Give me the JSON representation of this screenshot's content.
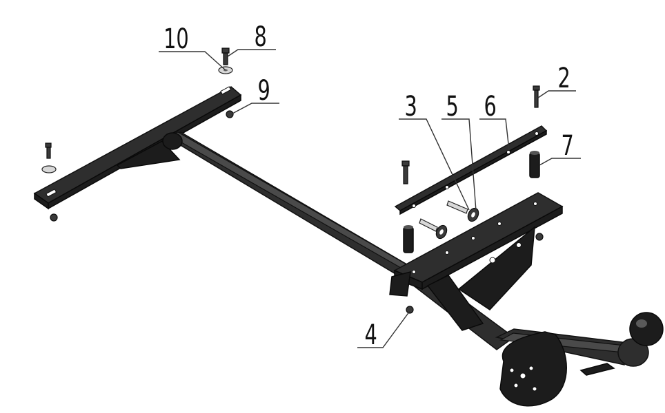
{
  "callouts": {
    "c10": "10",
    "c8": "8",
    "c9": "9",
    "c2": "2",
    "c3": "3",
    "c5": "5",
    "c6": "6",
    "c7": "7",
    "c4": "4"
  }
}
